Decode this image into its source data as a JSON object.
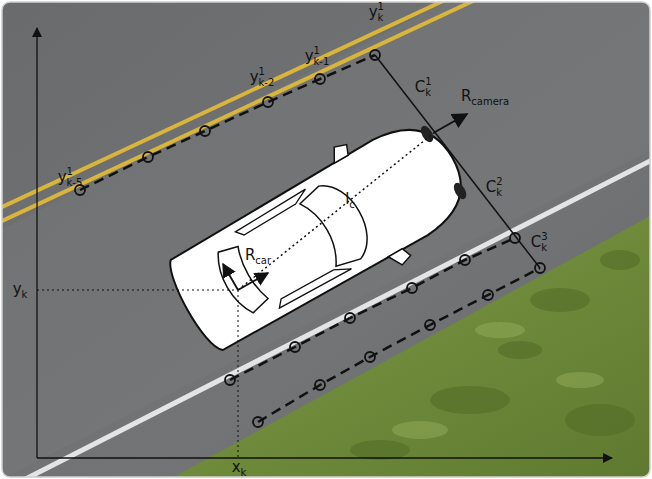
{
  "diagram": {
    "labels": [
      "yk1",
      "yk-11",
      "yk-21",
      "yk-51",
      "Ck1",
      "Rcamera",
      "Ck2",
      "lc",
      "Ck3",
      "Rcar",
      "yk",
      "xk"
    ]
  }
}
